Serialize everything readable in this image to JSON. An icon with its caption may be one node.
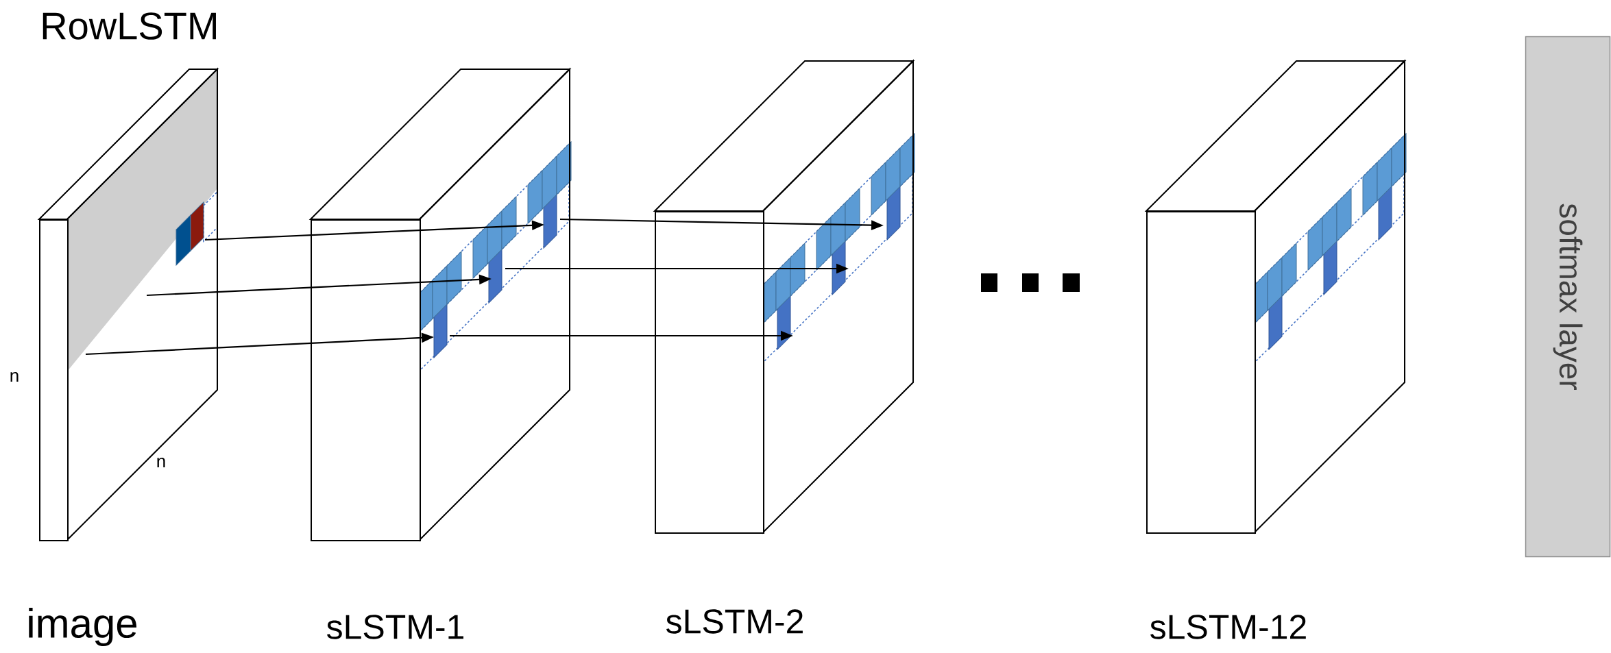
{
  "diagram": {
    "title": "RowLSTM",
    "nodes": [
      {
        "text": [],
        "shape": "box",
        "beside": [
          "image"
        ]
      },
      {
        "text": [],
        "shape": "box",
        "beside": [
          "sLSTM-1"
        ]
      },
      {
        "text": [],
        "shape": "box",
        "beside": [
          "sLSTM-2"
        ]
      },
      {
        "text": [],
        "shape": "box",
        "beside": [
          "sLSTM-12"
        ]
      },
      {
        "text": [
          "softmax layer"
        ]
      }
    ],
    "edges": [
      {
        "from": 0,
        "to": 1,
        "arrow": "to"
      },
      {
        "from": 0,
        "to": 1,
        "arrow": "to"
      },
      {
        "from": 0,
        "to": 1,
        "arrow": "to"
      },
      {
        "from": 1,
        "to": 2,
        "arrow": "to"
      },
      {
        "from": 1,
        "to": 2,
        "arrow": "to"
      },
      {
        "from": 1,
        "to": 2,
        "arrow": "to"
      }
    ],
    "labels": [
      "n",
      "n"
    ]
  }
}
